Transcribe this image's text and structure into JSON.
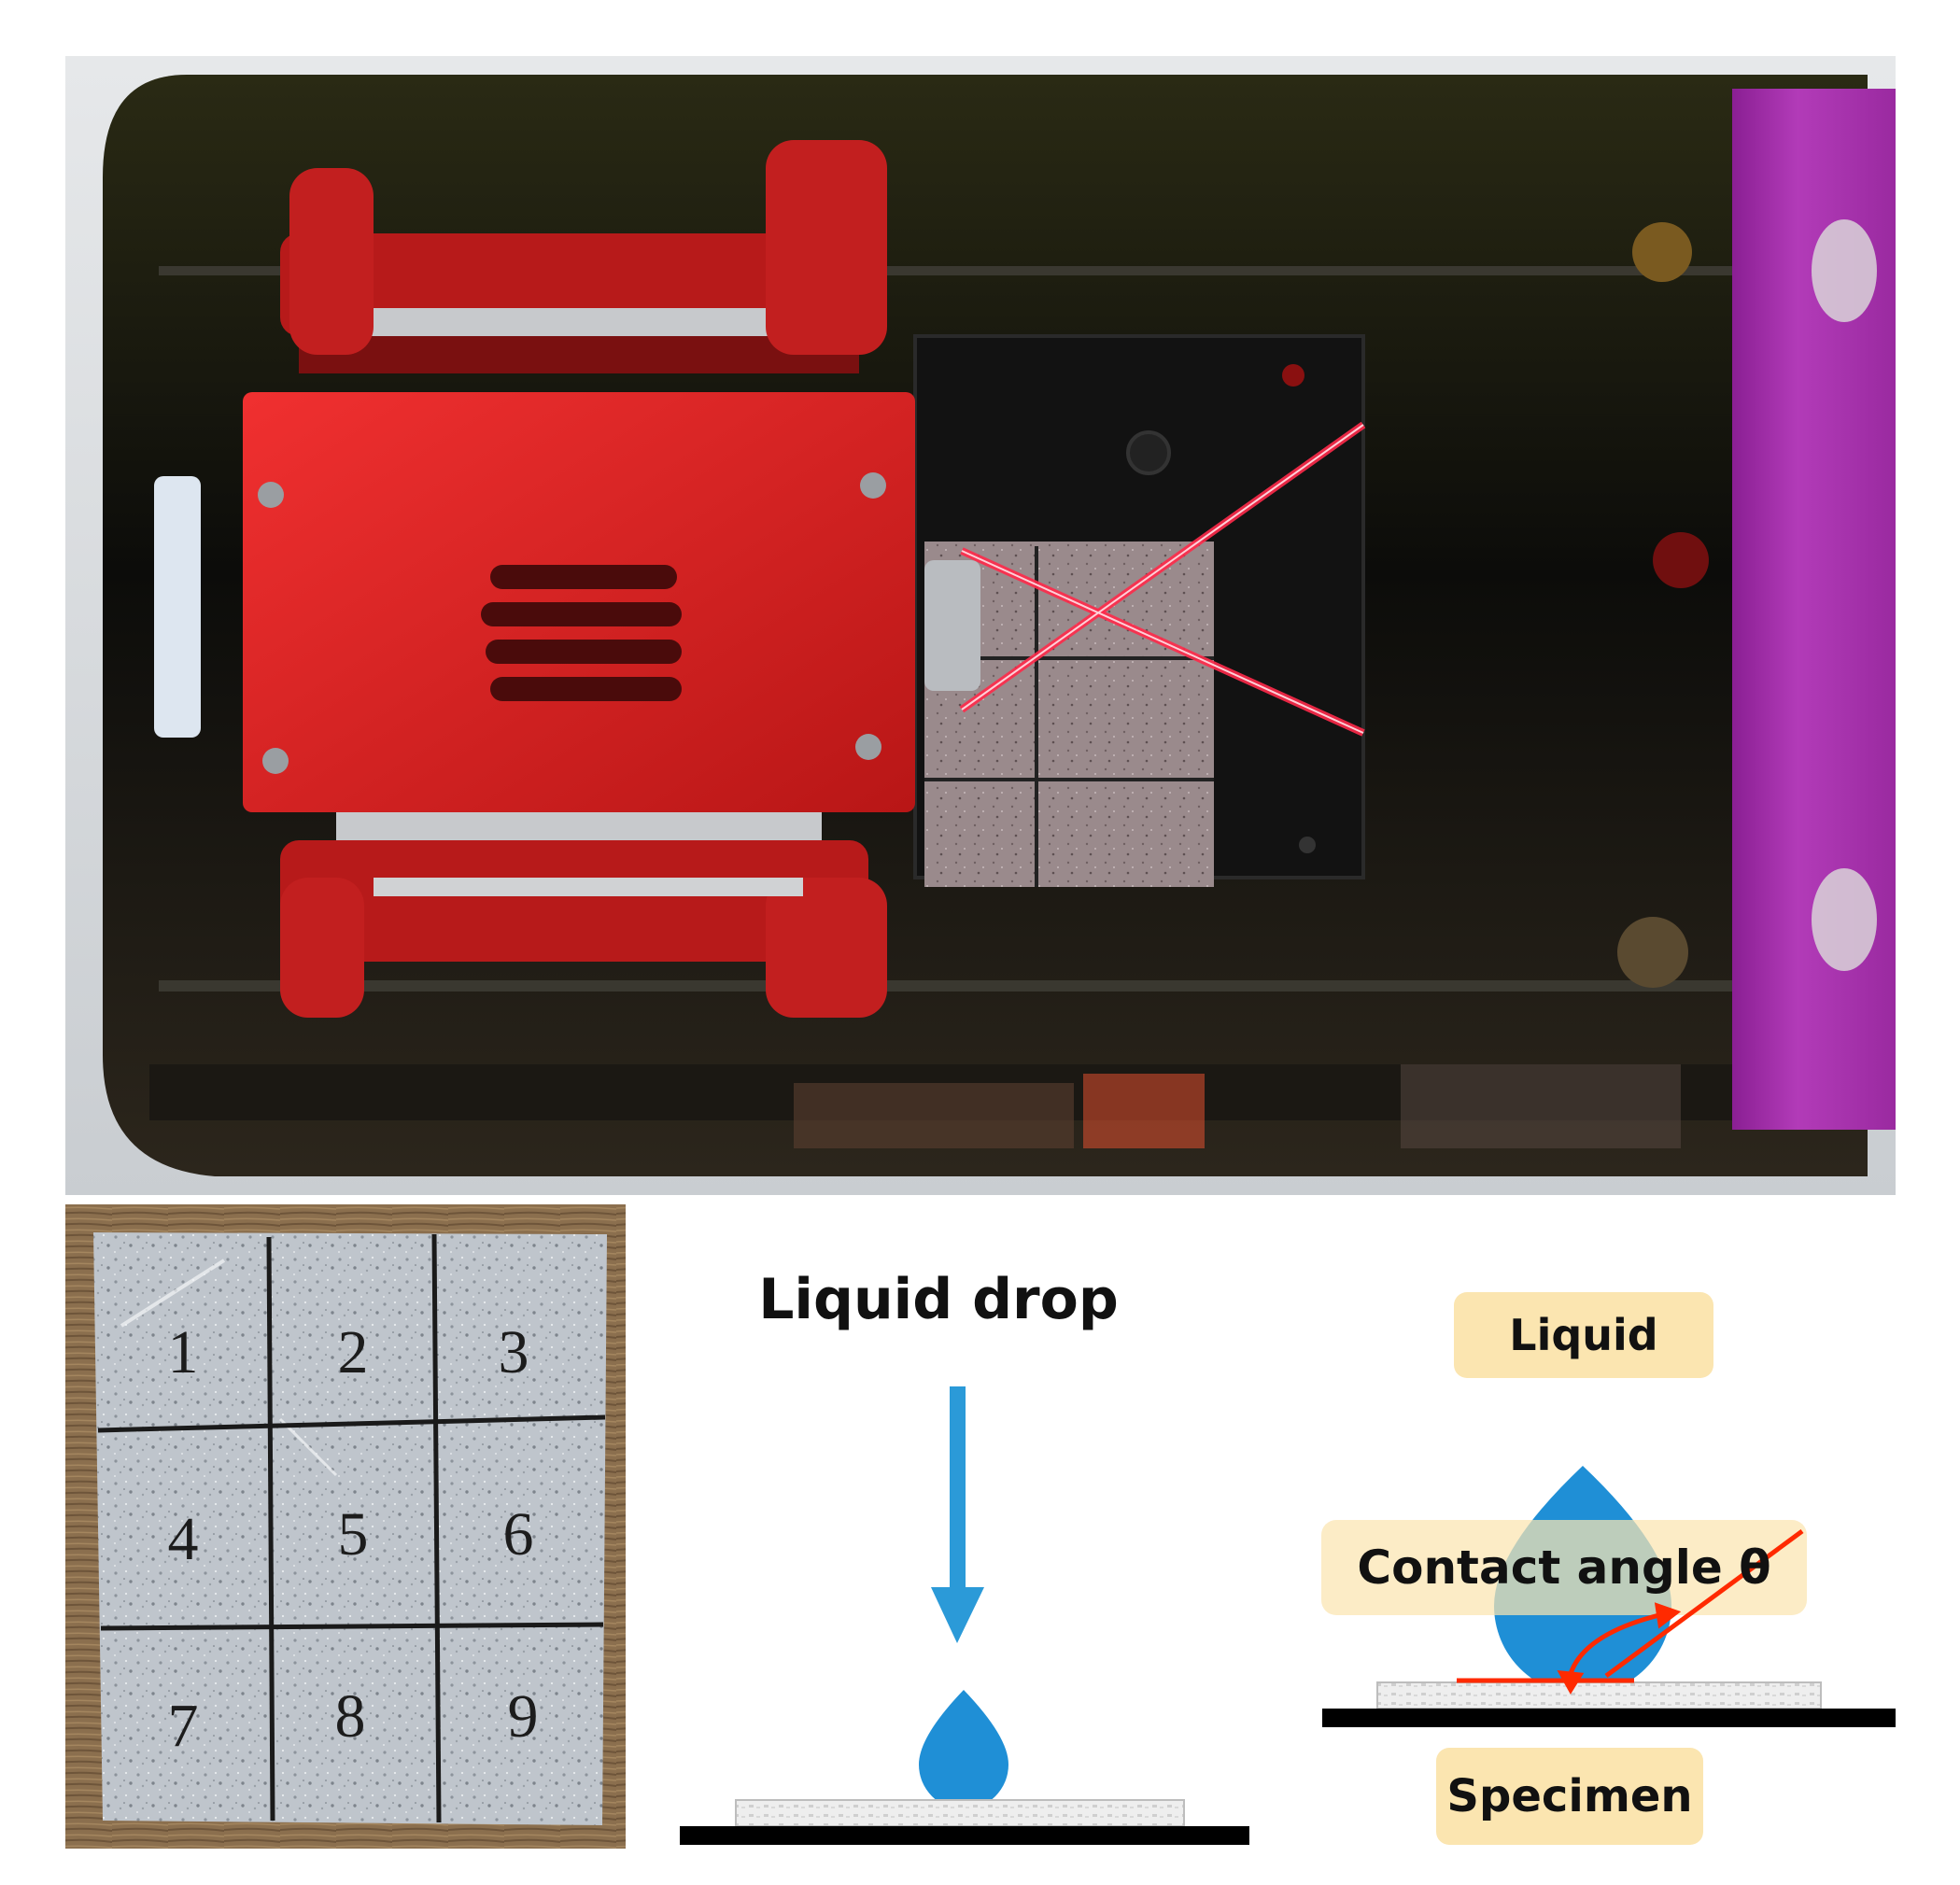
{
  "photo_top": {
    "casing": "instrument housing",
    "specimen_grid_rows": 3,
    "specimen_grid_cols": 3
  },
  "specimen_photo": {
    "cells": [
      "1",
      "2",
      "3",
      "4",
      "5",
      "6",
      "7",
      "8",
      "9"
    ]
  },
  "drop_schematic": {
    "title": "Liquid drop"
  },
  "angle_schematic": {
    "liquid_label": "Liquid",
    "angle_label": "Contact angle θ",
    "specimen_label": "Specimen"
  },
  "colors": {
    "drop_blue": "#1f8fd6",
    "arrow_blue": "#2b9ad8",
    "laser_red": "#ff2a4a",
    "mount_red": "#d42222",
    "clamp_purple": "#a02aa6",
    "pill_fill": "#fbe5b0",
    "baseline_black": "#000000",
    "tangent_red": "#ff2a00"
  }
}
